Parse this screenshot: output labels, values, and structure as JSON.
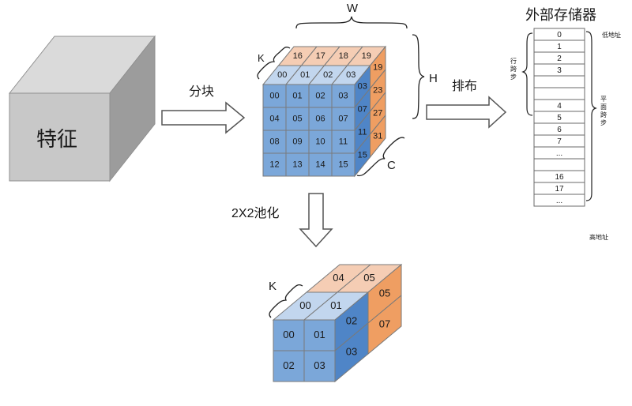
{
  "feature_block": {
    "label": "特征"
  },
  "arrows": {
    "split_label": "分块",
    "layout_label": "排布",
    "pool_label": "2X2池化"
  },
  "big_cube": {
    "width_label": "W",
    "height_label": "H",
    "channel_label": "C",
    "k_label": "K",
    "front_cells": [
      "00",
      "01",
      "02",
      "03",
      "04",
      "05",
      "06",
      "07",
      "08",
      "09",
      "10",
      "11",
      "12",
      "13",
      "14",
      "15"
    ],
    "top_front_cells": [
      "00",
      "01",
      "02",
      "03"
    ],
    "top_back_cells": [
      "16",
      "17",
      "18",
      "19"
    ],
    "right_front_cells": [
      "03",
      "07",
      "11",
      "15"
    ],
    "right_back_cells": [
      "19",
      "23",
      "27",
      "31"
    ]
  },
  "small_cube": {
    "k_label": "K",
    "front_cells": [
      "00",
      "01",
      "02",
      "03"
    ],
    "top_front_cells": [
      "00",
      "01"
    ],
    "top_back_cells": [
      "04",
      "05"
    ],
    "right_front_cells": [
      "02",
      "03"
    ],
    "right_back_cells": [
      "05",
      "07"
    ]
  },
  "memory": {
    "title": "外部存储器",
    "low_addr": "低地址",
    "high_addr": "高地址",
    "row_stride": "行\n跨\n步",
    "plane_stride": "平\n面\n跨\n步",
    "cells": [
      "0",
      "1",
      "2",
      "3",
      "",
      "",
      "4",
      "5",
      "6",
      "7",
      "...",
      "",
      "16",
      "17",
      "..."
    ]
  },
  "colors": {
    "blue_face": "#7ba7d9",
    "blue_top": "#c2d6ee",
    "blue_side": "#4f85c7",
    "orange_top": "#f5cdb4",
    "orange_side": "#ef9e62",
    "grey_front": "#c8c8c8",
    "grey_top": "#dadada",
    "grey_side": "#9a9a9a"
  }
}
